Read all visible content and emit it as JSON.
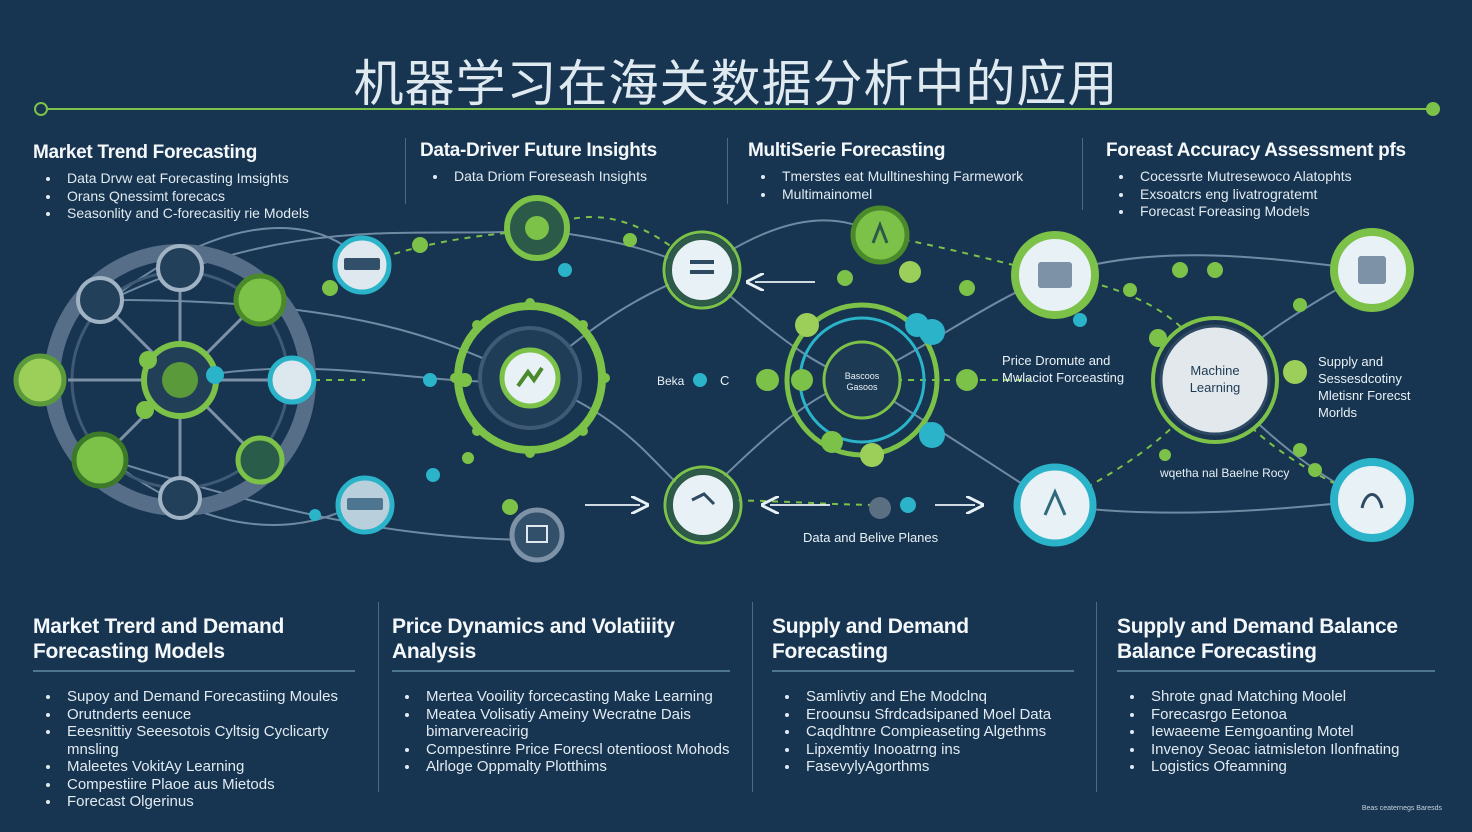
{
  "title": "机器学习在海关数据分析中的应用",
  "top_sections": [
    {
      "heading": "Market Trend Forecasting",
      "items": [
        "Data Drvw eat Forecasting Imsights",
        "Orans Qnessimt forecacs",
        "Seasonlity and C-forecasitiy rie Models"
      ]
    },
    {
      "heading": "Data-Driver Future Insights",
      "items": [
        "Data Driom Foreseash Insights"
      ]
    },
    {
      "heading": "MultiSerie Forecasting",
      "items": [
        "Tmerstes eat Mulltineshing Farmework",
        "Multimainomel"
      ]
    },
    {
      "heading": "Foreast Accuracy Assessment pfs",
      "items": [
        "Cocessrte Mutresewoco Alatophts",
        "Exsoatcrs eng livatrogratemt",
        "Forecast Foreasing Models"
      ]
    }
  ],
  "bottom_sections": [
    {
      "heading": "Market Trerd and Demand Forecasting Models",
      "items": [
        "Supoy and Demand Forecastiing Moules",
        "Orutnderts eenuce",
        "Eeesnittiy Seeesotois Cyltsig Cyclicarty mnsling",
        "Maleetes VokitAy Learning",
        "Compestiire Plaoe aus Mietods",
        "Forecast Olgerinus"
      ]
    },
    {
      "heading": "Price Dynamics and Volatiiity Analysis",
      "items": [
        "Mertea Vooility forcecasting Make Learning",
        "Meatea Volisatiy Ameiny Wecratne Dais bimarvereacirig",
        "Compestinre Price Forecsl otentioost Mohods",
        "Alrloge Oppmalty Plotthims"
      ]
    },
    {
      "heading": "Supply and Demand Forecasting",
      "items": [
        "Samlivtiy and Ehe Modclnq",
        "Eroounsu Sfrdcadsipaned Moel Data",
        "Caqdhtnre Compieaseting Algethms",
        "Lipxemtiy Inooatrng ins",
        "FasevylyAgorthms"
      ]
    },
    {
      "heading": "Supply and Demand Balance Balance Forecasting",
      "items": [
        "Shrote gnad Matching Moolel",
        "Forecasrgo Eetonoa",
        "Iewaeeme Eemgoanting Motel",
        "Invenoy Seoac iatmisleton Ilonfnating",
        "Logistics Ofeamning"
      ]
    }
  ],
  "diagram_labels": {
    "price_dynamics": "Price Dromute and Mwlaciot Forceasting",
    "machine_learning": "Machine Learning",
    "supply_models": "Supply and Sessesdcotiny Mletisnr Forecst Morlds",
    "balance_rocy": "wqetha nal Baelne Rocy",
    "data_balance": "Data and Belive Planes",
    "hub_center": "Bascoos Gasoos",
    "beka": "Beka",
    "c_mark": "C"
  },
  "footer": "Beas ceaternegs Baresds",
  "colors": {
    "background": "#173450",
    "green": "#7cc148",
    "teal": "#2ab3c9",
    "line": "#6f8aa3"
  }
}
